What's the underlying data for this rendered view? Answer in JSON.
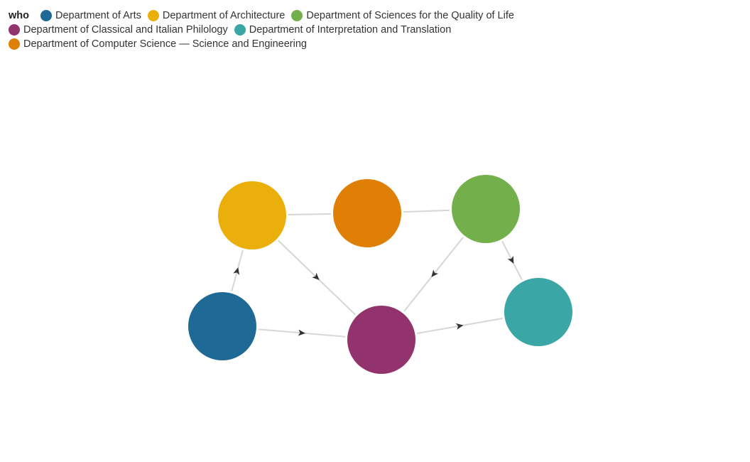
{
  "legend": {
    "title": "who",
    "items": [
      {
        "key": "arts",
        "label": "Department of Arts",
        "color": "#1f6996"
      },
      {
        "key": "architecture",
        "label": "Department of Architecture",
        "color": "#ebaf0c"
      },
      {
        "key": "sciences",
        "label": "Department of Sciences for the Quality of Life",
        "color": "#73b04b"
      },
      {
        "key": "philology",
        "label": "Department of Classical and Italian Philology",
        "color": "#93336d"
      },
      {
        "key": "translation",
        "label": "Department of Interpretation and Translation",
        "color": "#3aa6a6"
      },
      {
        "key": "computer",
        "label": "Department of Computer Science — Science and Engineering",
        "color": "#e07f06"
      }
    ]
  },
  "graph": {
    "nodes": [
      {
        "id": "arts",
        "label": "Department of Arts"
      },
      {
        "id": "architecture",
        "label": "Department of Architecture"
      },
      {
        "id": "computer",
        "label": "Department of Computer Science — Science and Engineering"
      },
      {
        "id": "sciences",
        "label": "Department of Sciences for the Quality of Life"
      },
      {
        "id": "philology",
        "label": "Department of Classical and Italian Philology"
      },
      {
        "id": "translation",
        "label": "Department of Interpretation and Translation"
      }
    ],
    "edges": [
      {
        "from": "arts",
        "to": "architecture",
        "directed": true
      },
      {
        "from": "arts",
        "to": "philology",
        "directed": true
      },
      {
        "from": "architecture",
        "to": "philology",
        "directed": true
      },
      {
        "from": "architecture",
        "to": "computer",
        "directed": false
      },
      {
        "from": "computer",
        "to": "sciences",
        "directed": false
      },
      {
        "from": "sciences",
        "to": "philology",
        "directed": true
      },
      {
        "from": "sciences",
        "to": "translation",
        "directed": true
      },
      {
        "from": "philology",
        "to": "translation",
        "directed": true
      }
    ]
  }
}
